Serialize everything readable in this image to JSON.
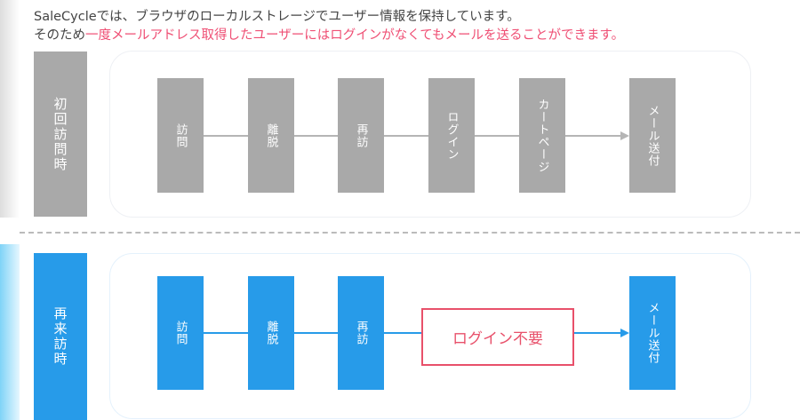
{
  "intro": {
    "line1": "SaleCycleでは、ブラウザのローカルストレージでユーザー情報を保持しています。",
    "line2_prefix": "そのため",
    "line2_highlight": "一度メールアドレス取得したユーザーにはログインがなくてもメールを送ることができます。"
  },
  "first_visit": {
    "label": "初回訪問時",
    "steps": [
      "訪問",
      "離脱",
      "再訪",
      "ログイン",
      "カートページ",
      "メール送付"
    ]
  },
  "return_visit": {
    "label": "再来訪時",
    "steps": [
      "訪問",
      "離脱",
      "再訪",
      "メール送付"
    ],
    "login_note": "ログイン不要"
  },
  "colors": {
    "gray": "#a9a9a9",
    "blue": "#279be9",
    "red": "#e8506a"
  }
}
